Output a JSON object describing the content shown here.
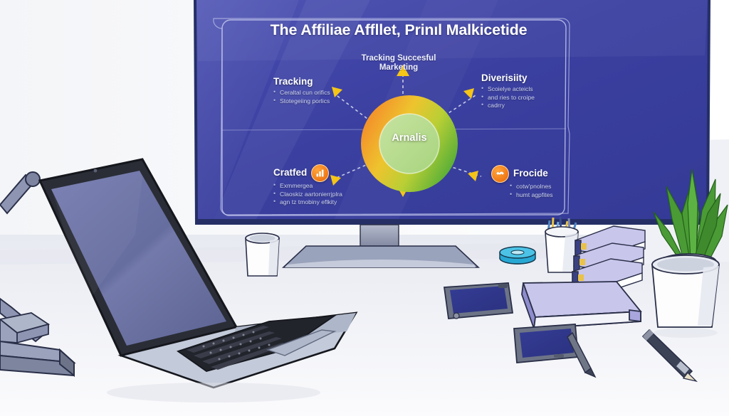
{
  "scene": {
    "name": "desk-workspace-illustration",
    "style": "flat vector illustration",
    "background_color": "#ffffff",
    "desk_color": "#eef0f5"
  },
  "monitor": {
    "name": "desktop-monitor",
    "bezel_color": "#263069",
    "stand_color": "#9aa3bc",
    "screen": {
      "background_color": "#3c41a0",
      "frame_border_color": "#b9bde8",
      "title": "The Affiliae Affllet, Prinıl Malkicetide",
      "subtitle": "Tracking Succesful\nMarketing",
      "center": {
        "label": "Arnalis",
        "gradient_from": "#f08a2a",
        "gradient_mid": "#e6d232",
        "gradient_to": "#4fae3c",
        "inner_fill": "#b7d98e"
      },
      "connector": {
        "line_color": "#d8dcf2",
        "arrow_color": "#f5c518",
        "style": "dashed"
      },
      "quadrants": [
        {
          "id": "tracking",
          "heading": "Tracking",
          "position": "top-left",
          "has_badge": false,
          "bullets": [
            "Ceraltal cun orifics",
            "Stotegeiing porlics"
          ]
        },
        {
          "id": "diversity",
          "heading": "Diverisiity",
          "position": "top-right",
          "has_badge": false,
          "bullets": [
            "Scoielye acteicls",
            "and ries to croipe",
            "cadrry"
          ]
        },
        {
          "id": "crafted",
          "heading": "Cratfed",
          "position": "bottom-left",
          "has_badge": true,
          "badge_icon": "bar-chart-icon",
          "badge_color": "#f07c18",
          "bullets": [
            "Exmmergea",
            "Claoskiz aartonierrjplra",
            "agn tz tmobiny eflkity"
          ]
        },
        {
          "id": "provide",
          "heading": "Frocide",
          "position": "bottom-right",
          "has_badge": true,
          "badge_icon": "handshake-icon",
          "badge_color": "#f07c18",
          "bullets": [
            "cotw'pnolnes",
            "humt agpfites"
          ]
        }
      ]
    }
  },
  "desk_items": [
    {
      "name": "laptop",
      "label": "Open laptop with dark screen",
      "color": "#6d73a6"
    },
    {
      "name": "desk-lamp",
      "label": "Desk lamp arm and base",
      "color": "#8d95b3"
    },
    {
      "name": "notebook-large",
      "label": "Large lilac hardcover book",
      "color": "#c9c6ec"
    },
    {
      "name": "book-stack",
      "label": "Stack of three books",
      "color": "#c9c6ec"
    },
    {
      "name": "smartphone",
      "label": "Smartphone, screen on",
      "color": "#2f3790"
    },
    {
      "name": "tablet",
      "label": "Tablet with stylus",
      "color": "#2f3790"
    },
    {
      "name": "stylus-pen",
      "label": "Stylus pen",
      "color": "#3c4356"
    },
    {
      "name": "pen-cup",
      "label": "Cup of pens and pencils",
      "color": "#ffffff"
    },
    {
      "name": "coffee-mug",
      "label": "White mug",
      "color": "#ffffff"
    },
    {
      "name": "tape-dispenser",
      "label": "Blue tape roll",
      "color": "#27a8d4"
    },
    {
      "name": "potted-plant",
      "label": "Green potted plant",
      "color": "#4a9b35"
    },
    {
      "name": "plant-pot",
      "label": "White plant pot",
      "color": "#ffffff"
    }
  ]
}
